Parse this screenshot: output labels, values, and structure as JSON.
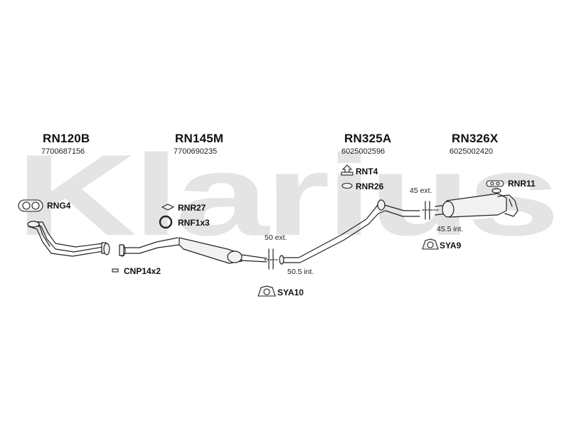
{
  "watermark": "Klarius",
  "colors": {
    "watermark": "#e4e4e4",
    "pipe_fill": "#f2f2f2",
    "stroke": "#222222"
  },
  "parts": [
    {
      "code": "RN120B",
      "oem": "7700687156"
    },
    {
      "code": "RN145M",
      "oem": "7700690235"
    },
    {
      "code": "RN325A",
      "oem": "6025002596"
    },
    {
      "code": "RN326X",
      "oem": "6025002420"
    }
  ],
  "fittings": [
    {
      "label": "RNG4",
      "icon": "gasket-icon"
    },
    {
      "label": "RNR27",
      "icon": "rubber-hanger-icon"
    },
    {
      "label": "RNF1x3",
      "icon": "clamp-ring-icon"
    },
    {
      "label": "CNP14x2",
      "icon": "bolt-icon"
    },
    {
      "label": "RNT4",
      "icon": "bracket-icon"
    },
    {
      "label": "RNR26",
      "icon": "rubber-hanger-icon"
    },
    {
      "label": "RNR11",
      "icon": "rubber-hanger-icon"
    },
    {
      "label": "SYA10",
      "icon": "sleeve-clamp-icon"
    },
    {
      "label": "SYA9",
      "icon": "sleeve-clamp-icon"
    }
  ],
  "dimensions": [
    {
      "label": "50 ext."
    },
    {
      "label": "50.5 int."
    },
    {
      "label": "45 ext."
    },
    {
      "label": "45.5 int."
    }
  ]
}
